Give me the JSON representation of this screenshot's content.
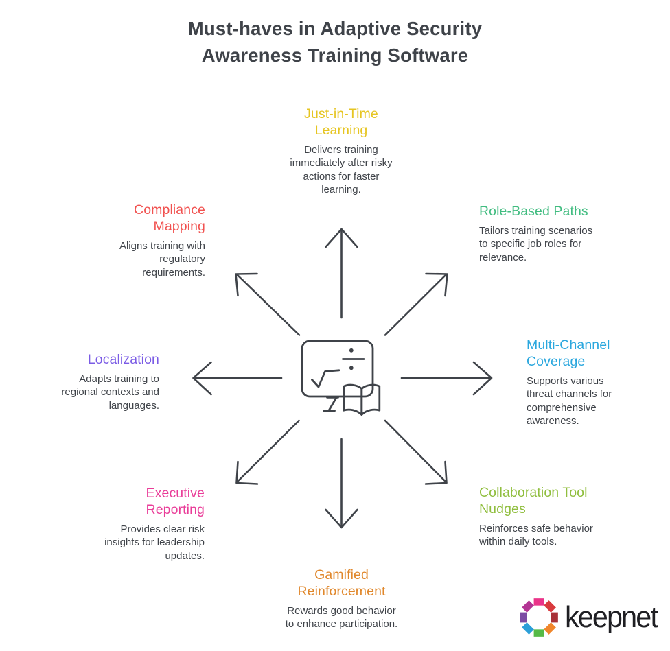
{
  "title": "Must-haves in Adaptive Security Awareness Training Software",
  "diagram": {
    "stroke_color": "#3f4349",
    "center_icon": "monitor-with-math-symbols-and-open-book",
    "arrow_directions": [
      "up",
      "up-right",
      "right",
      "down-right",
      "down",
      "down-left",
      "left",
      "up-left"
    ]
  },
  "nodes": [
    {
      "id": "just-in-time-learning",
      "title": "Just-in-Time Learning",
      "description": "Delivers training immediately after risky actions for faster learning.",
      "color": "#e6c522",
      "position": "top"
    },
    {
      "id": "role-based-paths",
      "title": "Role-Based Paths",
      "description": "Tailors training scenarios to specific job roles for relevance.",
      "color": "#41bc80",
      "position": "top-right"
    },
    {
      "id": "multi-channel-coverage",
      "title": "Multi-Channel Coverage",
      "description": "Supports various threat channels for comprehensive awareness.",
      "color": "#2aa7de",
      "position": "right"
    },
    {
      "id": "collaboration-tool-nudges",
      "title": "Collaboration Tool Nudges",
      "description": "Reinforces safe behavior within daily tools.",
      "color": "#90be3e",
      "position": "bottom-right"
    },
    {
      "id": "gamified-reinforcement",
      "title": "Gamified Reinforcement",
      "description": "Rewards good behavior to enhance participation.",
      "color": "#e0872b",
      "position": "bottom"
    },
    {
      "id": "executive-reporting",
      "title": "Executive Reporting",
      "description": "Provides clear risk insights for leadership updates.",
      "color": "#e93c98",
      "position": "bottom-left"
    },
    {
      "id": "localization",
      "title": "Localization",
      "description": "Adapts training to regional contexts and languages.",
      "color": "#7a5be5",
      "position": "left"
    },
    {
      "id": "compliance-mapping",
      "title": "Compliance Mapping",
      "description": "Aligns training with regulatory requirements.",
      "color": "#f15250",
      "position": "top-left"
    }
  ],
  "logo": {
    "text": "keepnet",
    "ring_colors": [
      "#ea3389",
      "#d93a3e",
      "#a83138",
      "#f0862b",
      "#56ba47",
      "#2b9fd8",
      "#7c4ba3",
      "#b23493"
    ]
  }
}
